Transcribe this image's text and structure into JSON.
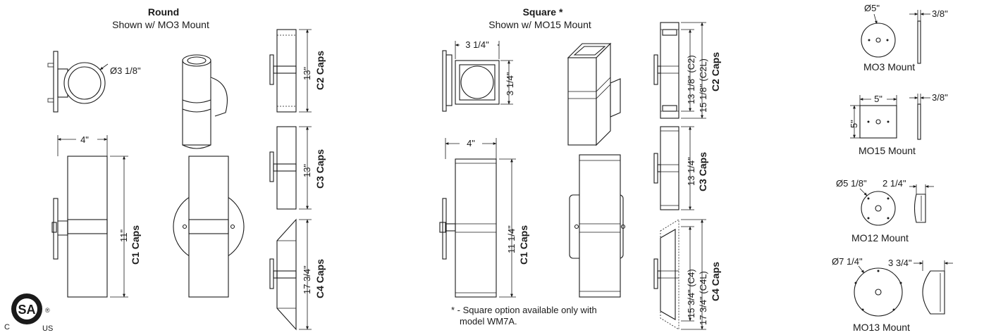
{
  "round": {
    "title": "Round",
    "subtitle": "Shown w/ MO3 Mount",
    "dia": "Ø3 1/8\"",
    "width": "4\"",
    "c1_height": "11\"",
    "c1_label": "C1 Caps",
    "c2_height": "13\"",
    "c2_label": "C2 Caps",
    "c3_height": "13\"",
    "c3_label": "C3 Caps",
    "c4_height": "17 3/4\"",
    "c4_label": "C4 Caps"
  },
  "square": {
    "title": "Square *",
    "subtitle": "Shown w/ MO15 Mount",
    "side_w": "3 1/4\"",
    "side_h": "3 1/4\"",
    "width": "4\"",
    "c1_height": "11 1/4\"",
    "c1_label": "C1 Caps",
    "c2_h1": "13 1/8\" (C2)",
    "c2_h2": "15 1/8\" (C2L)",
    "c2_label": "C2 Caps",
    "c3_height": "13 1/4\"",
    "c3_label": "C3 Caps",
    "c4_h1": "15 3/4\" (C4)",
    "c4_h2": "17 3/4\" (C4L)",
    "c4_label": "C4 Caps",
    "footnote_1": "* - Square option available only with",
    "footnote_2": "model WM7A."
  },
  "mounts": {
    "mo3_dia": "Ø5\"",
    "mo3_depth": "3/8\"",
    "mo3_name": "MO3 Mount",
    "mo15_w": "5\"",
    "mo15_h": "5\"",
    "mo15_depth": "3/8\"",
    "mo15_name": "MO15 Mount",
    "mo12_dia": "Ø5 1/8\"",
    "mo12_depth": "2 1/4\"",
    "mo12_name": "MO12 Mount",
    "mo13_dia": "Ø7 1/4\"",
    "mo13_depth": "3 3/4\"",
    "mo13_name": "MO13 Mount"
  },
  "cert": {
    "logo": "CSA",
    "c": "C",
    "us": "US",
    "reg": "®"
  }
}
